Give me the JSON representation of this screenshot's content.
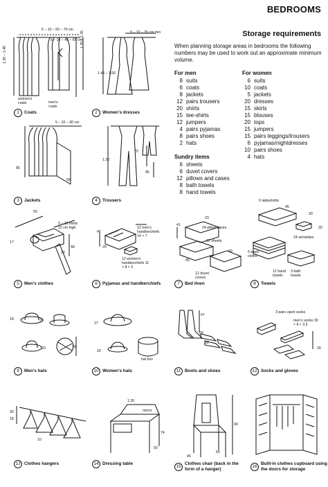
{
  "header": {
    "section": "BEDROOMS",
    "subtitle": "Storage requirements"
  },
  "intro": "When planning storage areas in bedrooms the following numbers may be used to work out an approximate minimum volume.",
  "men": {
    "heading": "For men",
    "items": [
      {
        "qty": "8",
        "item": "suits"
      },
      {
        "qty": "6",
        "item": "coats"
      },
      {
        "qty": "8",
        "item": "jackets"
      },
      {
        "qty": "12",
        "item": "pairs trousers"
      },
      {
        "qty": "20",
        "item": "shirts"
      },
      {
        "qty": "15",
        "item": "tee-shirts"
      },
      {
        "qty": "12",
        "item": "jumpers"
      },
      {
        "qty": "4",
        "item": "pairs pyjamas"
      },
      {
        "qty": "8",
        "item": "pairs shoes"
      },
      {
        "qty": "2",
        "item": "hats"
      }
    ]
  },
  "women": {
    "heading": "For women",
    "items": [
      {
        "qty": "6",
        "item": "suits"
      },
      {
        "qty": "10",
        "item": "coats"
      },
      {
        "qty": "5",
        "item": "jackets"
      },
      {
        "qty": "20",
        "item": "dresses"
      },
      {
        "qty": "15",
        "item": "skirts"
      },
      {
        "qty": "15",
        "item": "blouses"
      },
      {
        "qty": "20",
        "item": "tops"
      },
      {
        "qty": "15",
        "item": "jumpers"
      },
      {
        "qty": "15",
        "item": "pairs leggings/trousers"
      },
      {
        "qty": "6",
        "item": "pyjamas/nightdresses"
      },
      {
        "qty": "10",
        "item": "pairs shoes"
      },
      {
        "qty": "4",
        "item": "hats"
      }
    ]
  },
  "sundry": {
    "heading": "Sundry items",
    "items": [
      {
        "qty": "6",
        "item": "sheets"
      },
      {
        "qty": "6",
        "item": "duvet covers"
      },
      {
        "qty": "12",
        "item": "pillows and cases"
      },
      {
        "qty": "8",
        "item": "bath towels"
      },
      {
        "qty": "8",
        "item": "hand towels"
      }
    ]
  },
  "figures": {
    "f1": {
      "num": "1",
      "caption": "Coats"
    },
    "f2": {
      "num": "2",
      "caption": "Women's dresses"
    },
    "f3": {
      "num": "3",
      "caption": "Jackets"
    },
    "f4": {
      "num": "4",
      "caption": "Trousers"
    },
    "f5": {
      "num": "5",
      "caption": "Men's clothes"
    },
    "f6": {
      "num": "6",
      "caption": "Pyjamas and handkerchiefs"
    },
    "f7": {
      "num": "7",
      "caption": "Bed linen"
    },
    "f8": {
      "num": "8",
      "caption": "Towels"
    },
    "f9": {
      "num": "9",
      "caption": "Men's hats"
    },
    "f10": {
      "num": "10",
      "caption": "Women's hats"
    },
    "f11": {
      "num": "11",
      "caption": "Boots and shoes"
    },
    "f12": {
      "num": "12",
      "caption": "Socks and gloves"
    },
    "f13": {
      "num": "13",
      "caption": "Clothes hangers"
    },
    "f14": {
      "num": "14",
      "caption": "Dressing table"
    },
    "f15": {
      "num": "15",
      "caption": "Clothes chair (back in the form of a hanger)"
    },
    "f16": {
      "num": "16",
      "caption": "Built-in clothes cupboard using the doors for storage"
    }
  },
  "dims": {
    "f1_top": "5 – 10 – 50 – 70 cm",
    "f1_mid": "5 – 10 – 45 – 65 cm",
    "f1_left": "1.35 – 1.45",
    "f1_right": "1.25 – 1.35",
    "f1_womens": "women's coats",
    "f1_mens": "men's coats",
    "f2_top": "5 – 10 – 35 cm min",
    "f2_side": "1.45 – 1.60",
    "f3_top": "5 – 10 – 90 cm",
    "f3_85": "85",
    "f3_55": "55",
    "f4_130": "1.30",
    "f4_70": "70",
    "f4_45": "45",
    "f5_50": "50",
    "f5_shirts": "5 – 10 shirts 12 cm high",
    "f5_17": "17",
    "f5_48": "48",
    "f5_30": "30",
    "f6_pyj": "12 men's handkerchiefs 14 × 7",
    "f6_wom": "12 women's handkerchiefs 11 × 8 × 3",
    "f6_45": "45",
    "f6_25": "25",
    "f7_pill": "24 pillow cases",
    "f7_sheets": "12 sheets",
    "f7_duvet": "12 duvet covers",
    "f7_41": "41",
    "f7_23": "23",
    "f7_45": "45",
    "f7_60": "60",
    "f8_table": "6 tablecloths",
    "f8_serv": "24 serviettes",
    "f8_wash": "6 wash cloths",
    "f8_hand": "12 hand towels",
    "f8_bath": "3 bath towels",
    "f8_45": "45",
    "f8_30": "30",
    "f8_20": "20",
    "f9_18": "18",
    "f9_29": "29",
    "f9_20": "20",
    "f9_30": "30",
    "f10_27": "27",
    "f10_20": "20",
    "f10_box": "hat box",
    "f11_47": "47",
    "f11_29": "29",
    "f11_30": "30",
    "f12_socks": "3 pairs sport socks",
    "f12_mens": "men's socks 30 × 8 × 3.5",
    "f12_30": "30",
    "f13_30": "30",
    "f13_18": "18",
    "f13_10": "10",
    "f14_120": "1.20",
    "f14_mirror": "mirror",
    "f14_74": "74",
    "f14_50": "50",
    "f15_90": "90",
    "f15_45": "45",
    "f15_50": "50"
  }
}
